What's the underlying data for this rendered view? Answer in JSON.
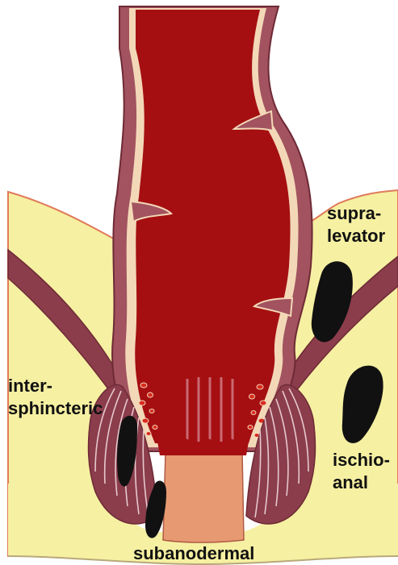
{
  "labels": {
    "supra_line1": "supra-",
    "supra_line2": "levator",
    "inter_line1": "inter-",
    "inter_line2": "sphincteric",
    "ischio_line1": "ischio-",
    "ischio_line2": "anal",
    "subanodermal": "subanodermal"
  },
  "colors": {
    "background": "#ffffff",
    "fat": "#f6f0a2",
    "lumen": "#a50f12",
    "wall": "#a2535f",
    "wall_edge": "#6e2a35",
    "mucosa_line": "#f3d8b8",
    "muscle": "#8b3d4c",
    "muscle_stripe": "#e6c8cc",
    "anal_canal": "#e79a72",
    "abscess": "#111111",
    "skin_edge": "#e07a5a"
  },
  "icons": {
    "abscesses": [
      "supralevator-abscess",
      "ischioanal-abscess",
      "intersphincteric-abscess",
      "subanodermal-abscess"
    ]
  }
}
